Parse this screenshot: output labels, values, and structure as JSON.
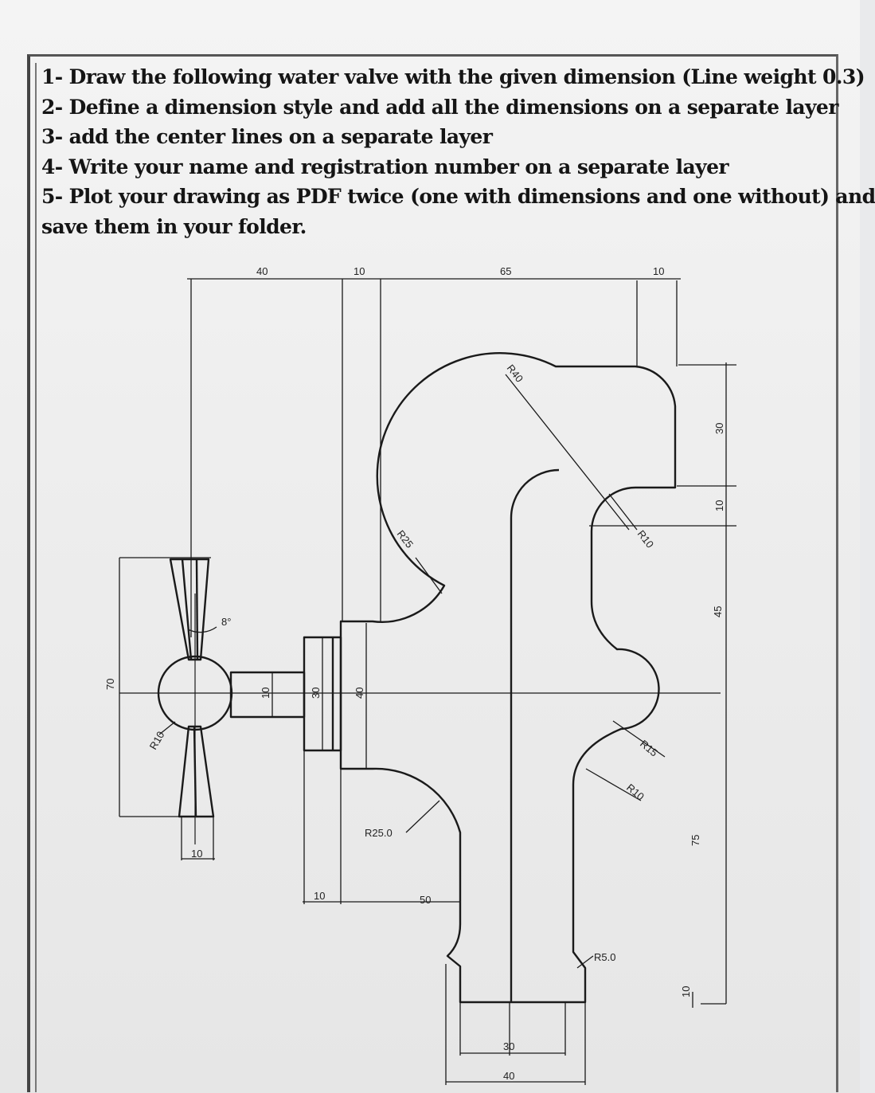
{
  "instructions": [
    "1- Draw the following water valve with the given dimension (Line weight 0.3)",
    "2- Define a dimension style and add all the dimensions on a separate layer",
    "3- add the center lines on a separate layer",
    "4- Write your name and registration number on a separate layer",
    "5- Plot your drawing as PDF twice (one with dimensions and one without) and",
    "save them in your folder."
  ],
  "dimensions": {
    "top_40": "40",
    "top_10_left": "10",
    "top_65": "65",
    "top_10_right": "10",
    "r40": "R40",
    "r25_top": "R25",
    "r10_elbow": "R10",
    "angle_8": "8°",
    "right_30": "30",
    "right_10": "10",
    "right_45": "45",
    "right_75": "75",
    "right_10_bottom": "10",
    "left_70": "70",
    "r10_handle": "R10",
    "v_10": "10",
    "v_30": "30",
    "v_40": "40",
    "r15": "R15",
    "r10_right": "R10",
    "r25_0": "R25.0",
    "bottom_10_handle": "10",
    "bottom_10_stem": "10",
    "bottom_50": "50",
    "r5_0": "R5.0",
    "bottom_30": "30",
    "bottom_40": "40"
  }
}
